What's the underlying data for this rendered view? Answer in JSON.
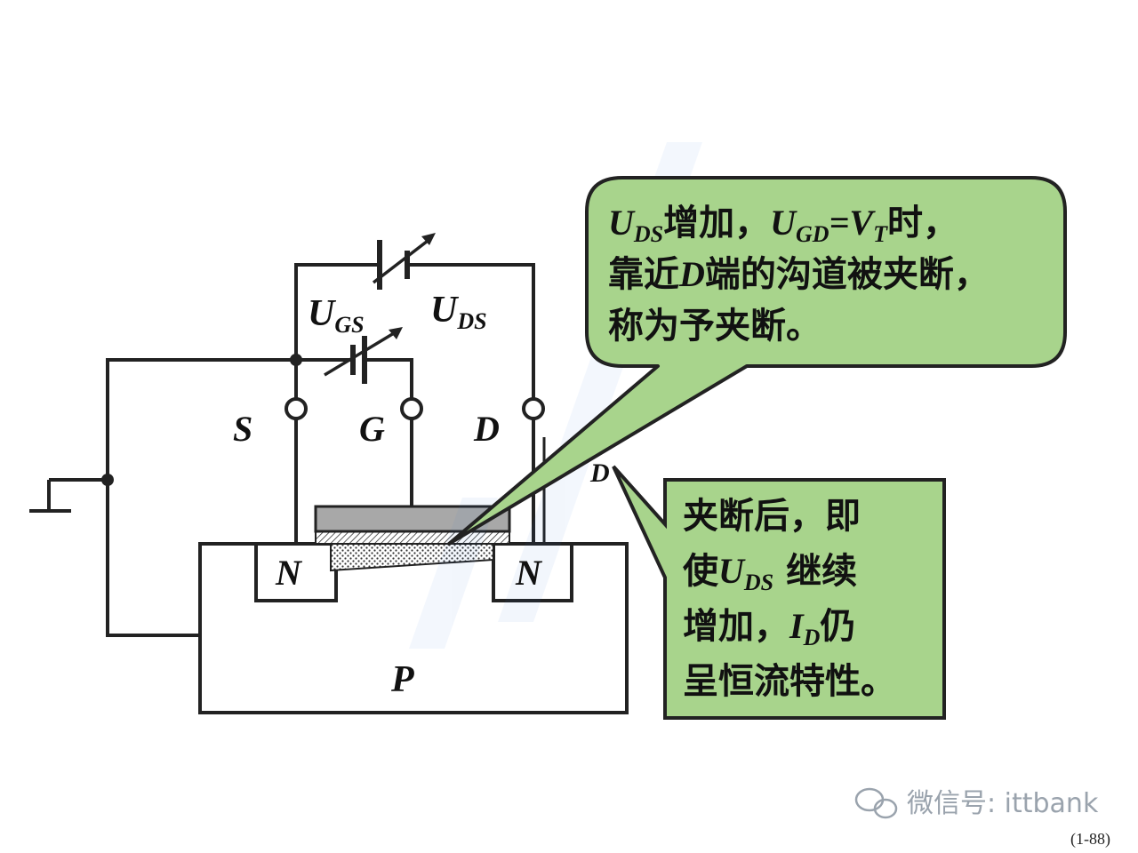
{
  "terminals": {
    "source": "S",
    "gate": "G",
    "drain": "D"
  },
  "regions": {
    "source_n": "N",
    "drain_n": "N",
    "substrate": "P"
  },
  "voltages": {
    "ugs_main": "U",
    "ugs_sub": "GS",
    "uds_main": "U",
    "uds_sub": "DS"
  },
  "current_label": "D",
  "callout_top": {
    "line1": {
      "u1": "U",
      "ds": "DS",
      "t1": "增加，",
      "u2": "U",
      "gd": "GD",
      "eq": "=",
      "v": "V",
      "t": "T",
      "t2": "时，"
    },
    "line2": {
      "t1": "靠近",
      "d": "D",
      "t2": "端的沟道被夹断，"
    },
    "line3": "称为予夹断。"
  },
  "callout_bottom": {
    "line1": "夹断后，即",
    "line2": {
      "t1": "使",
      "u": "U",
      "ds": "DS",
      "t2": " 继续"
    },
    "line3": {
      "t1": "增加，",
      "i": "I",
      "d": "D",
      "t2": "仍"
    },
    "line4": "呈恒流特性。"
  },
  "watermark": "微信号: ittbank",
  "page_number": "(1-88)",
  "colors": {
    "callout_fill": "#a8d48c",
    "gate_fill": "#a8a8a8",
    "line": "#222222"
  }
}
